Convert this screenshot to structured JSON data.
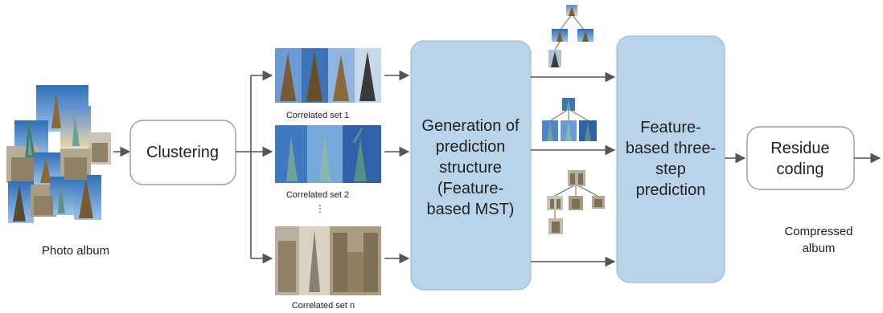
{
  "labels": {
    "photo_album": "Photo album",
    "clustering": "Clustering",
    "set1": "Correlated set 1",
    "set2": "Correlated set 2",
    "ellipsis": "⋮",
    "setn": "Correlated set n",
    "generation": [
      "Generation of",
      "prediction",
      "structure",
      "(Feature-",
      "based MST)"
    ],
    "three_step": [
      "Feature-",
      "based three-",
      "step",
      "prediction"
    ],
    "residue": [
      "Residue",
      "coding"
    ],
    "compressed": [
      "Compressed",
      "album"
    ]
  },
  "colors": {
    "blue_box": "#b9d3ea",
    "blue_box_stroke": "#9fbcd8",
    "white_box_stroke": "#9a9a9a",
    "arrow": "#555555",
    "sky": "#4a86c8",
    "eiffel": "#8a6a3a",
    "liberty": "#6fa39a",
    "notre_dame": "#a89a7c"
  },
  "icons": [
    "eiffel-tower-photo",
    "statue-of-liberty-photo",
    "notre-dame-photo",
    "tree-node-thumbnail"
  ]
}
